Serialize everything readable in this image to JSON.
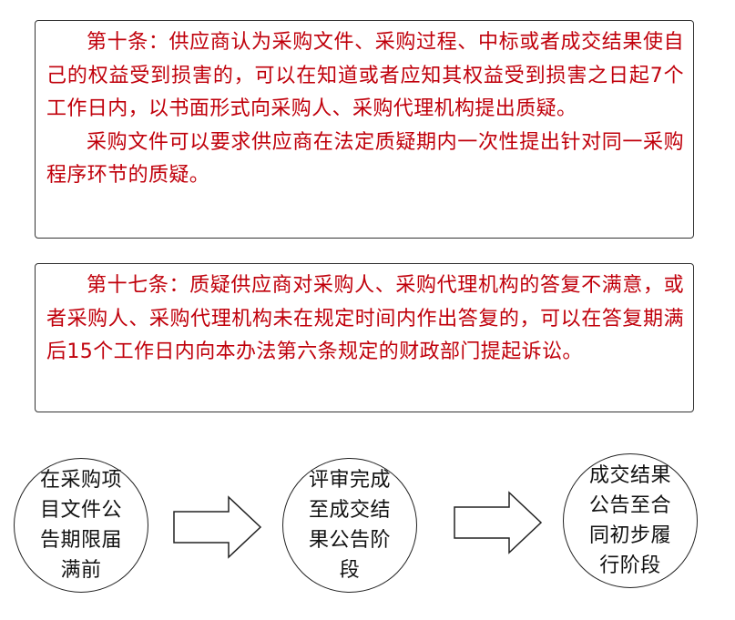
{
  "articles": [
    {
      "paragraphs": [
        "第十条：供应商认为采购文件、采购过程、中标或者成交结果使自己的权益受到损害的，可以在知道或者应知其权益受到损害之日起7个工作日内，以书面形式向采购人、采购代理机构提出质疑。",
        "采购文件可以要求供应商在法定质疑期内一次性提出针对同一采购程序环节的质疑。"
      ]
    },
    {
      "paragraphs": [
        "第十七条：质疑供应商对采购人、采购代理机构的答复不满意，或者采购人、采购代理机构未在规定时间内作出答复的，可以在答复期满后15个工作日内向本办法第六条规定的财政部门提起诉讼。"
      ]
    }
  ],
  "flow": {
    "stages": [
      {
        "label": "在采购项目文件公告期限届满前"
      },
      {
        "label": "评审完成至成交结果公告阶段"
      },
      {
        "label": "成交结果公告至合同初步履行阶段"
      }
    ]
  },
  "colors": {
    "article_text": "#c0000b",
    "border": "#333333",
    "stage_text": "#111111"
  },
  "icons": {
    "arrow": "right-block-arrow-icon"
  }
}
